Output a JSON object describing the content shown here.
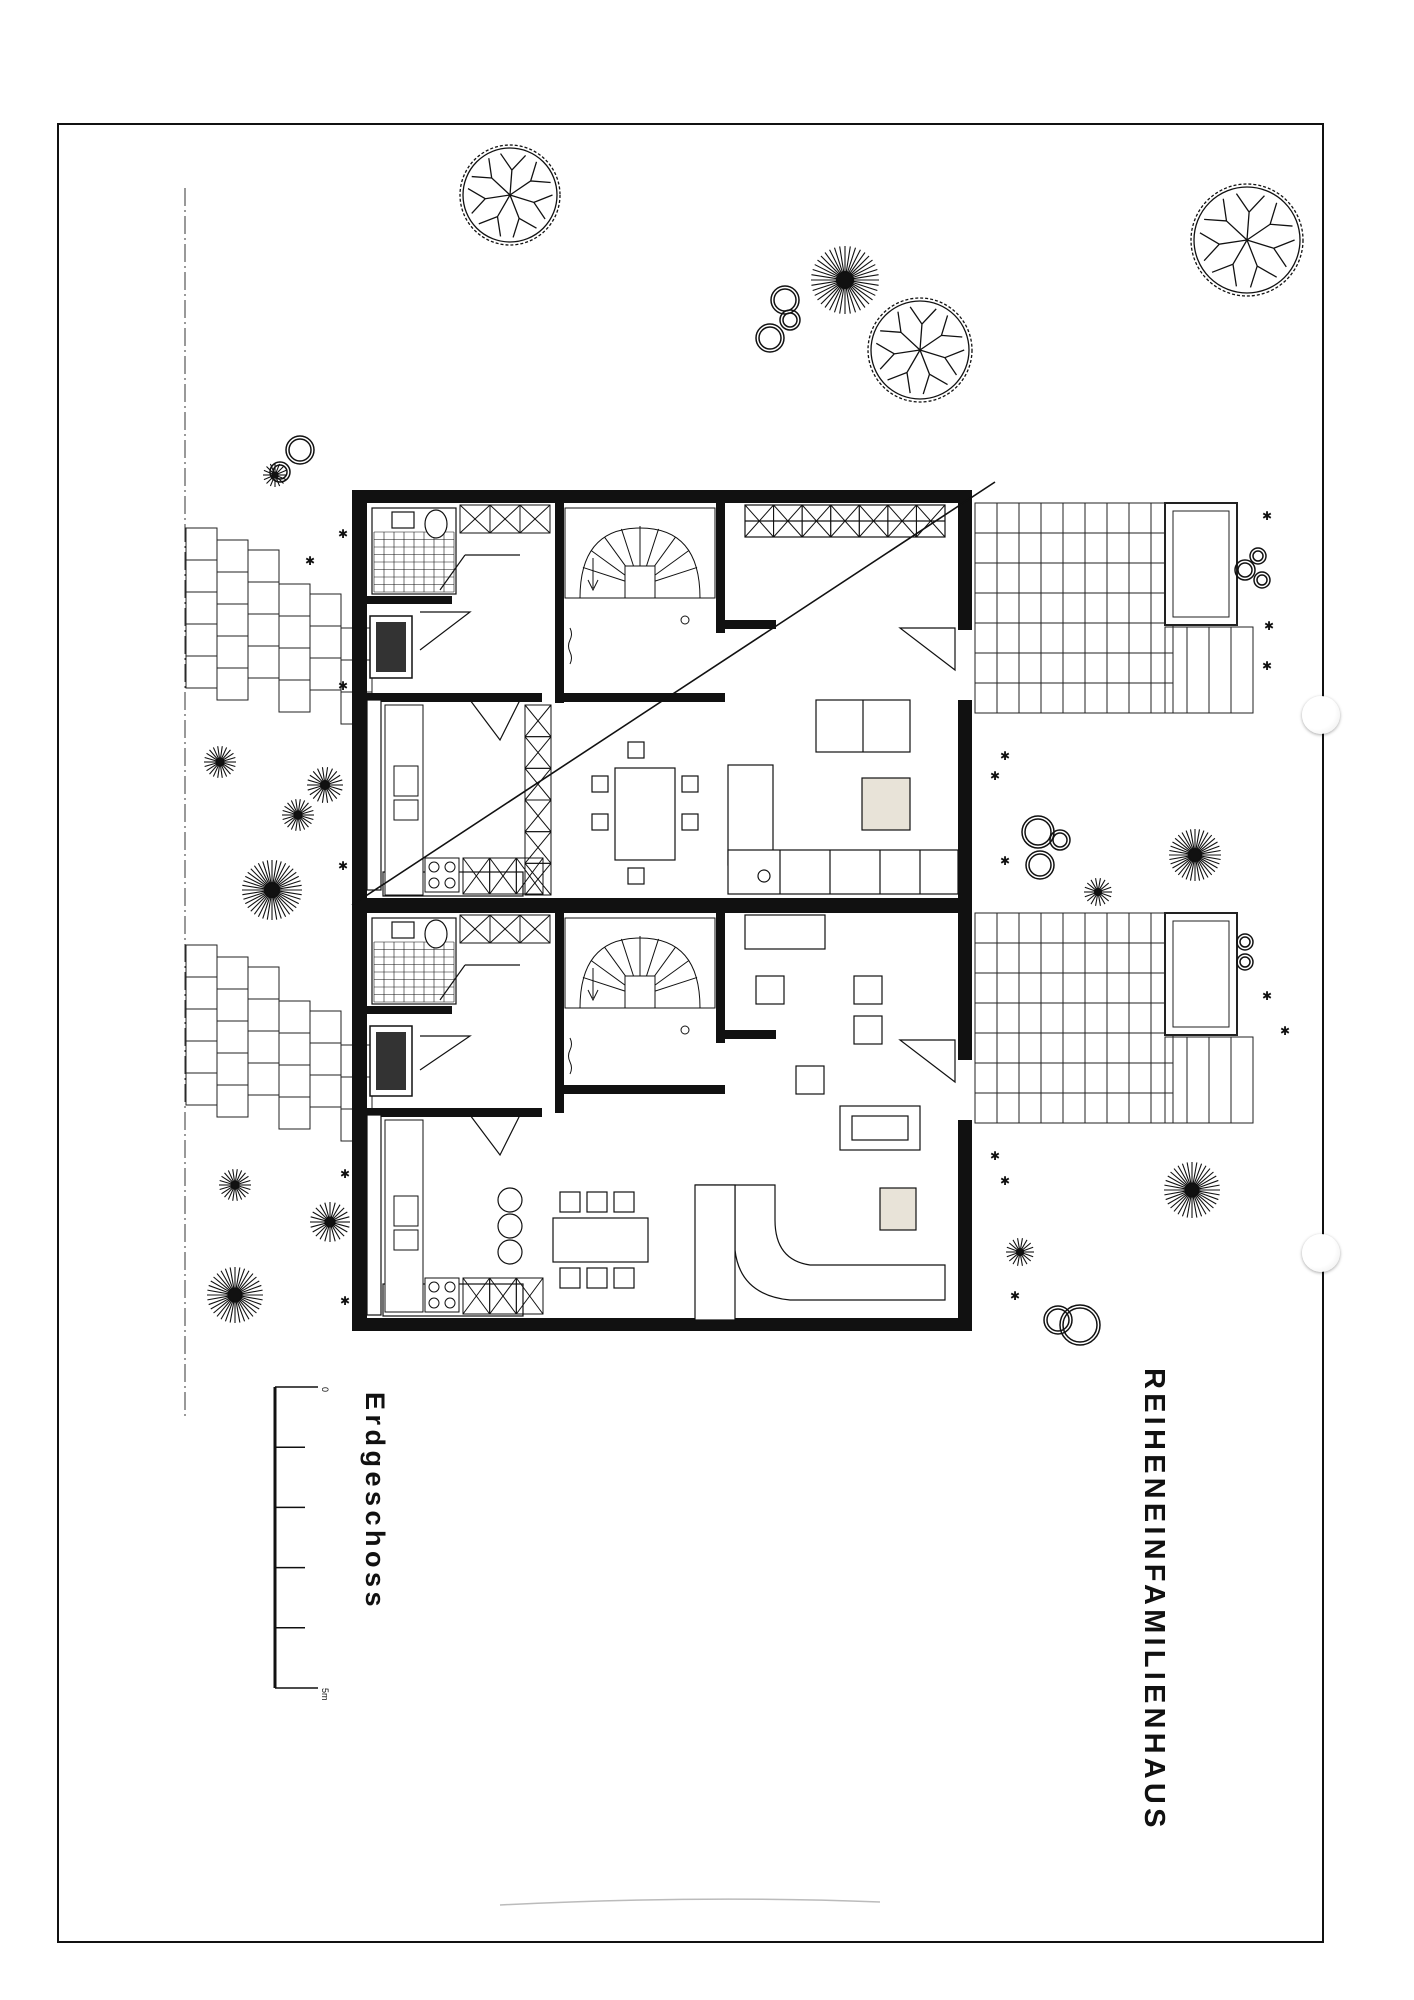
{
  "sheet": {
    "title": "REIHENEINFAMILIENHAUS",
    "floor": "Erdgeschoss"
  },
  "scale_bar": {
    "start_label": "0",
    "end_label": "5m",
    "length_m": 5,
    "divisions": 5
  },
  "colors": {
    "ink": "#111111",
    "paper": "#ffffff"
  },
  "houses": [
    {
      "name": "upper-house",
      "crossed_out": true
    },
    {
      "name": "lower-house",
      "crossed_out": false
    }
  ]
}
